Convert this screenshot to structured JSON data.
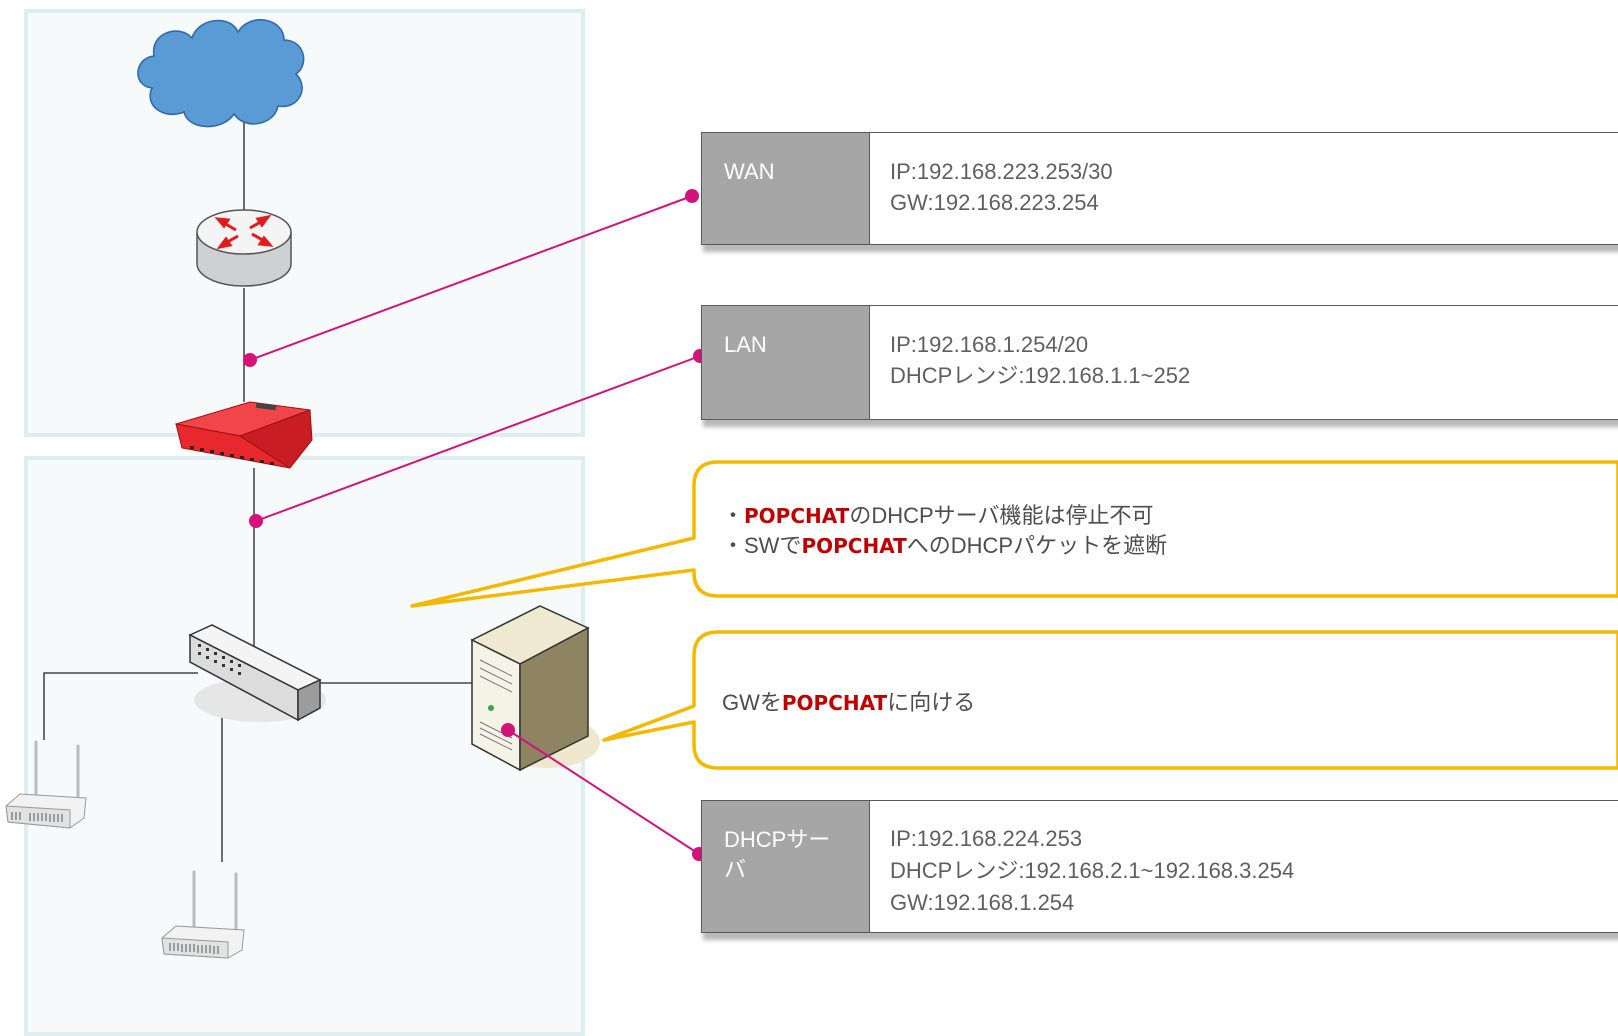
{
  "cards": {
    "wan": {
      "label": "WAN",
      "lines": [
        "IP:192.168.223.253/30",
        "GW:192.168.223.254"
      ]
    },
    "lan": {
      "label": "LAN",
      "lines": [
        "IP:192.168.1.254/20",
        "DHCPレンジ:192.168.1.1~252"
      ]
    },
    "dhcp": {
      "label_line1": "DHCPサー",
      "label_line2": "バ",
      "lines": [
        "IP:192.168.224.253",
        "DHCPレンジ:192.168.2.1~192.168.3.254",
        "GW:192.168.1.254"
      ]
    }
  },
  "notes": {
    "note1": {
      "line1": {
        "prefix": "・",
        "brand": "POPCHAT",
        "suffix": "のDHCPサーバ機能は停止不可"
      },
      "line2": {
        "prefix": "・SWで",
        "brand": "POPCHAT",
        "suffix": "へのDHCPパケットを遮断"
      }
    },
    "note2": {
      "prefix": "GWを",
      "brand": "POPCHAT",
      "suffix": "に向ける"
    }
  },
  "colors": {
    "callout_border": "#f5b800",
    "connector": "#d4127a",
    "firewall": "#e8282c",
    "cloud": "#5b9bd5",
    "zone_bg": "#f6fafb",
    "zone_border": "#dceef2"
  },
  "icons": [
    "cloud-icon",
    "router-icon",
    "firewall-appliance-icon",
    "switch-icon",
    "server-icon",
    "access-point-icon"
  ]
}
